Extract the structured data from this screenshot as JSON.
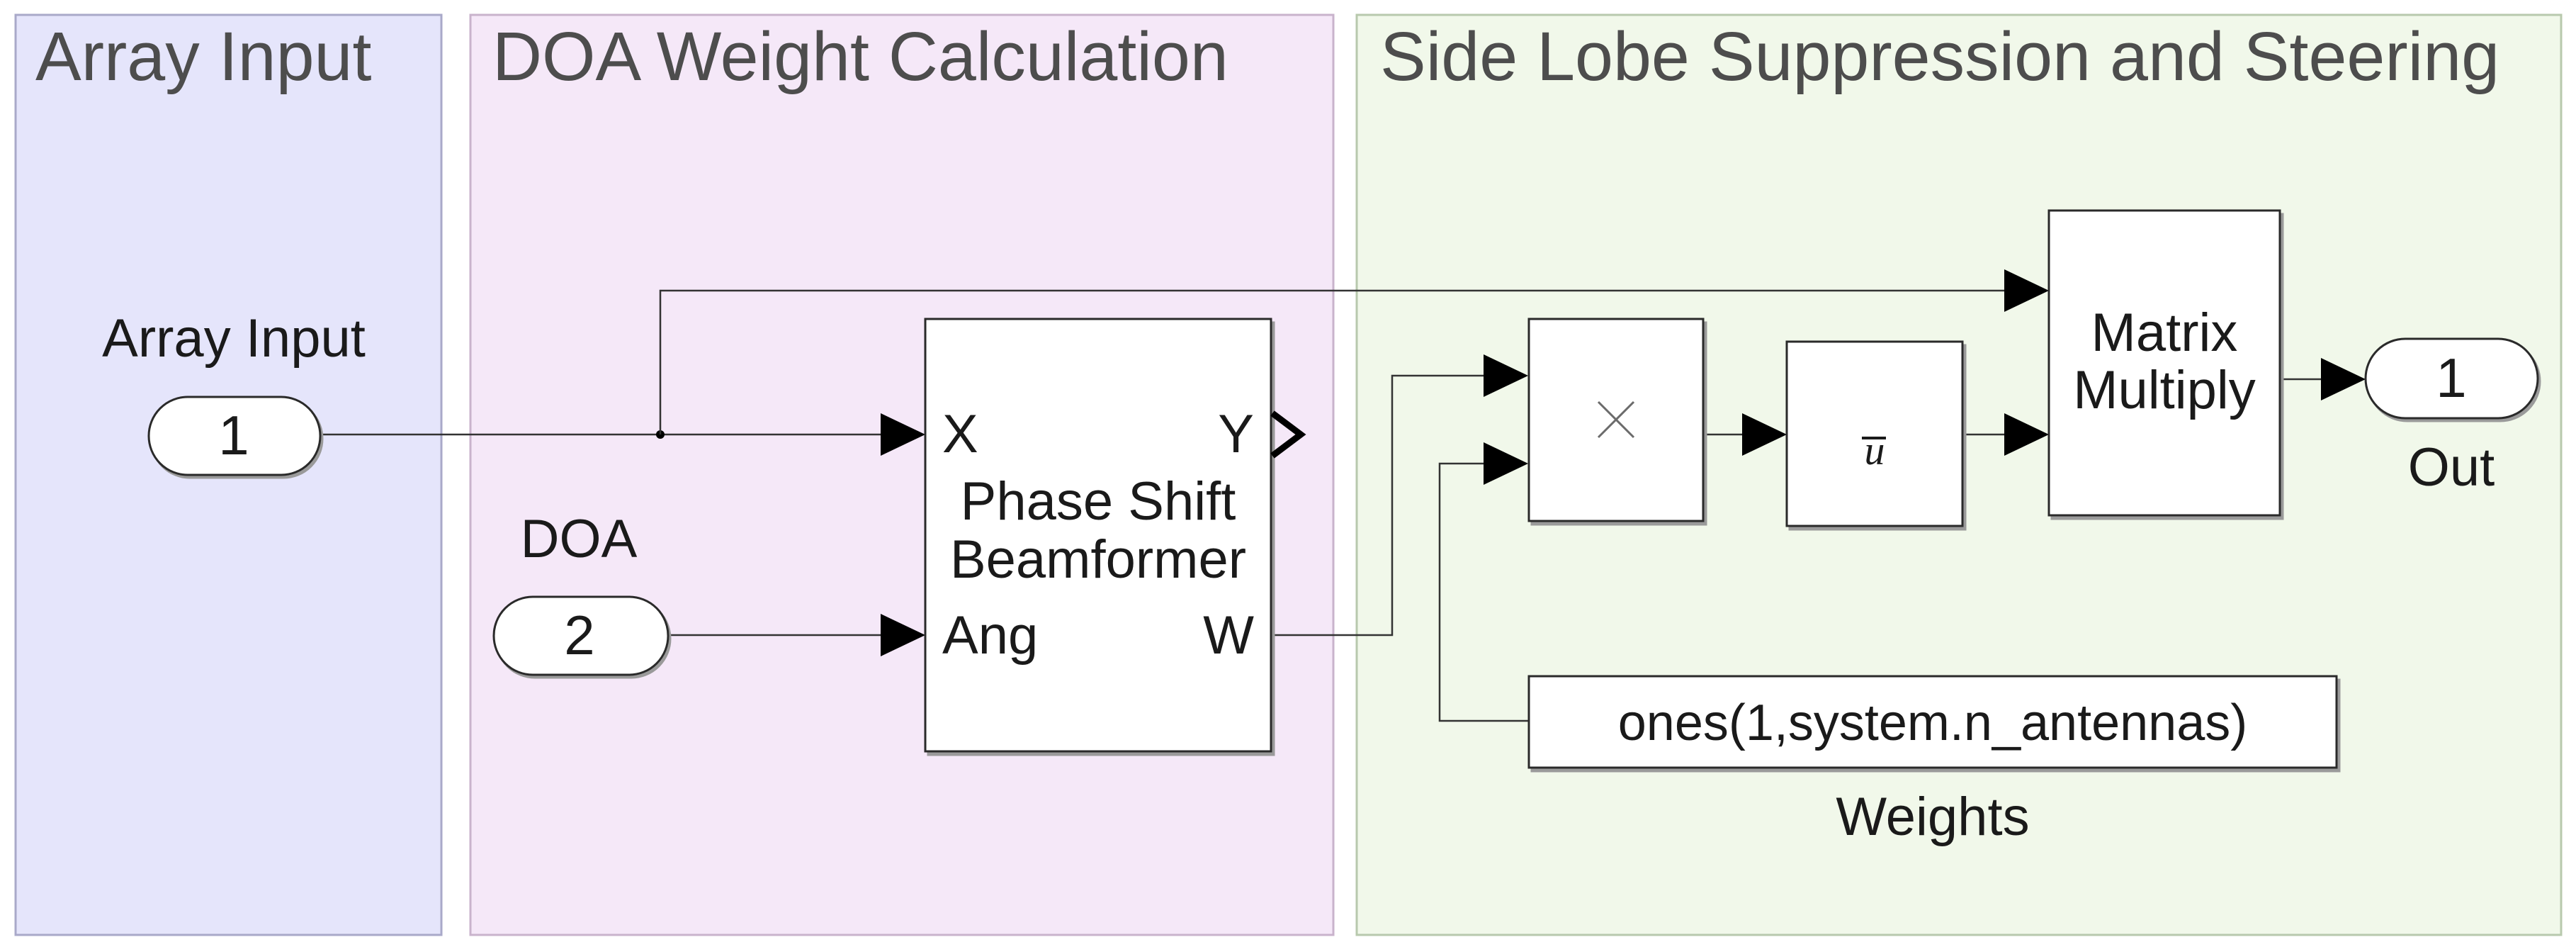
{
  "areas": {
    "array_input": {
      "title": "Array Input",
      "fill": "#e5e5fb"
    },
    "doa_weight": {
      "title": "DOA Weight Calculation",
      "fill": "#f5e8f8"
    },
    "sidelobe": {
      "title": "Side Lobe Suppression and Steering",
      "fill": "#f1f8ea"
    }
  },
  "inports": {
    "array_input": {
      "name": "Array Input",
      "number": "1"
    },
    "doa": {
      "name": "DOA",
      "number": "2"
    }
  },
  "beamformer": {
    "name_line1": "Phase Shift",
    "name_line2": "Beamformer",
    "port_x": "X",
    "port_ang": "Ang",
    "port_y": "Y",
    "port_w": "W"
  },
  "product": {
    "symbol": "×"
  },
  "conj": {
    "symbol": "u"
  },
  "matmul": {
    "line1": "Matrix",
    "line2": "Multiply"
  },
  "constant": {
    "value": "ones(1,system.n_antennas)",
    "name": "Weights"
  },
  "outport": {
    "number": "1",
    "name": "Out"
  }
}
